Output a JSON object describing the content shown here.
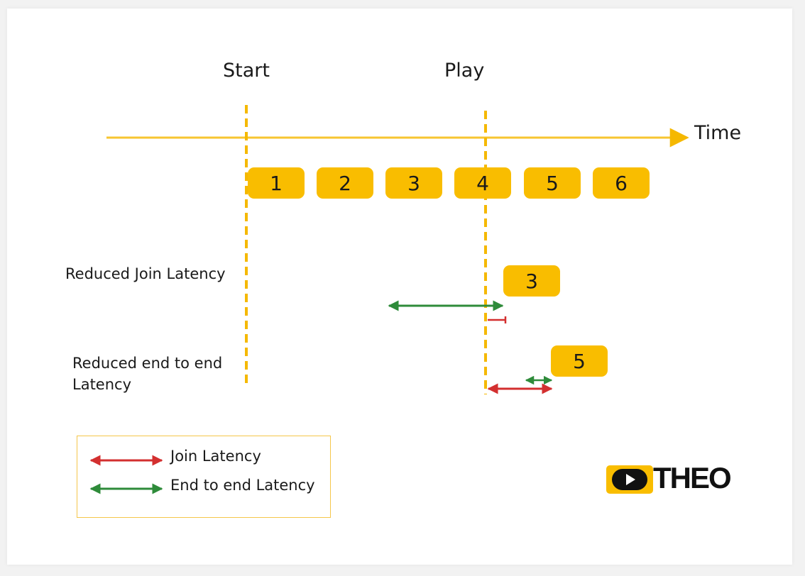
{
  "diagram": {
    "markers": {
      "start": "Start",
      "play": "Play"
    },
    "axis_label": "Time",
    "segments": [
      "1",
      "2",
      "3",
      "4",
      "5",
      "6"
    ],
    "rows": [
      {
        "label": "Reduced Join Latency",
        "segment": "3"
      },
      {
        "label_line1": "Reduced end to end",
        "label_line2": "Latency",
        "segment": "5"
      }
    ],
    "legend": {
      "join": "Join Latency",
      "e2e": "End to end Latency"
    },
    "colors": {
      "accent": "#f9bd00",
      "join_latency": "#d32f2f",
      "end_to_end_latency": "#2e8b3a"
    },
    "logo": {
      "text": "THEO",
      "icon": "play-icon"
    }
  }
}
